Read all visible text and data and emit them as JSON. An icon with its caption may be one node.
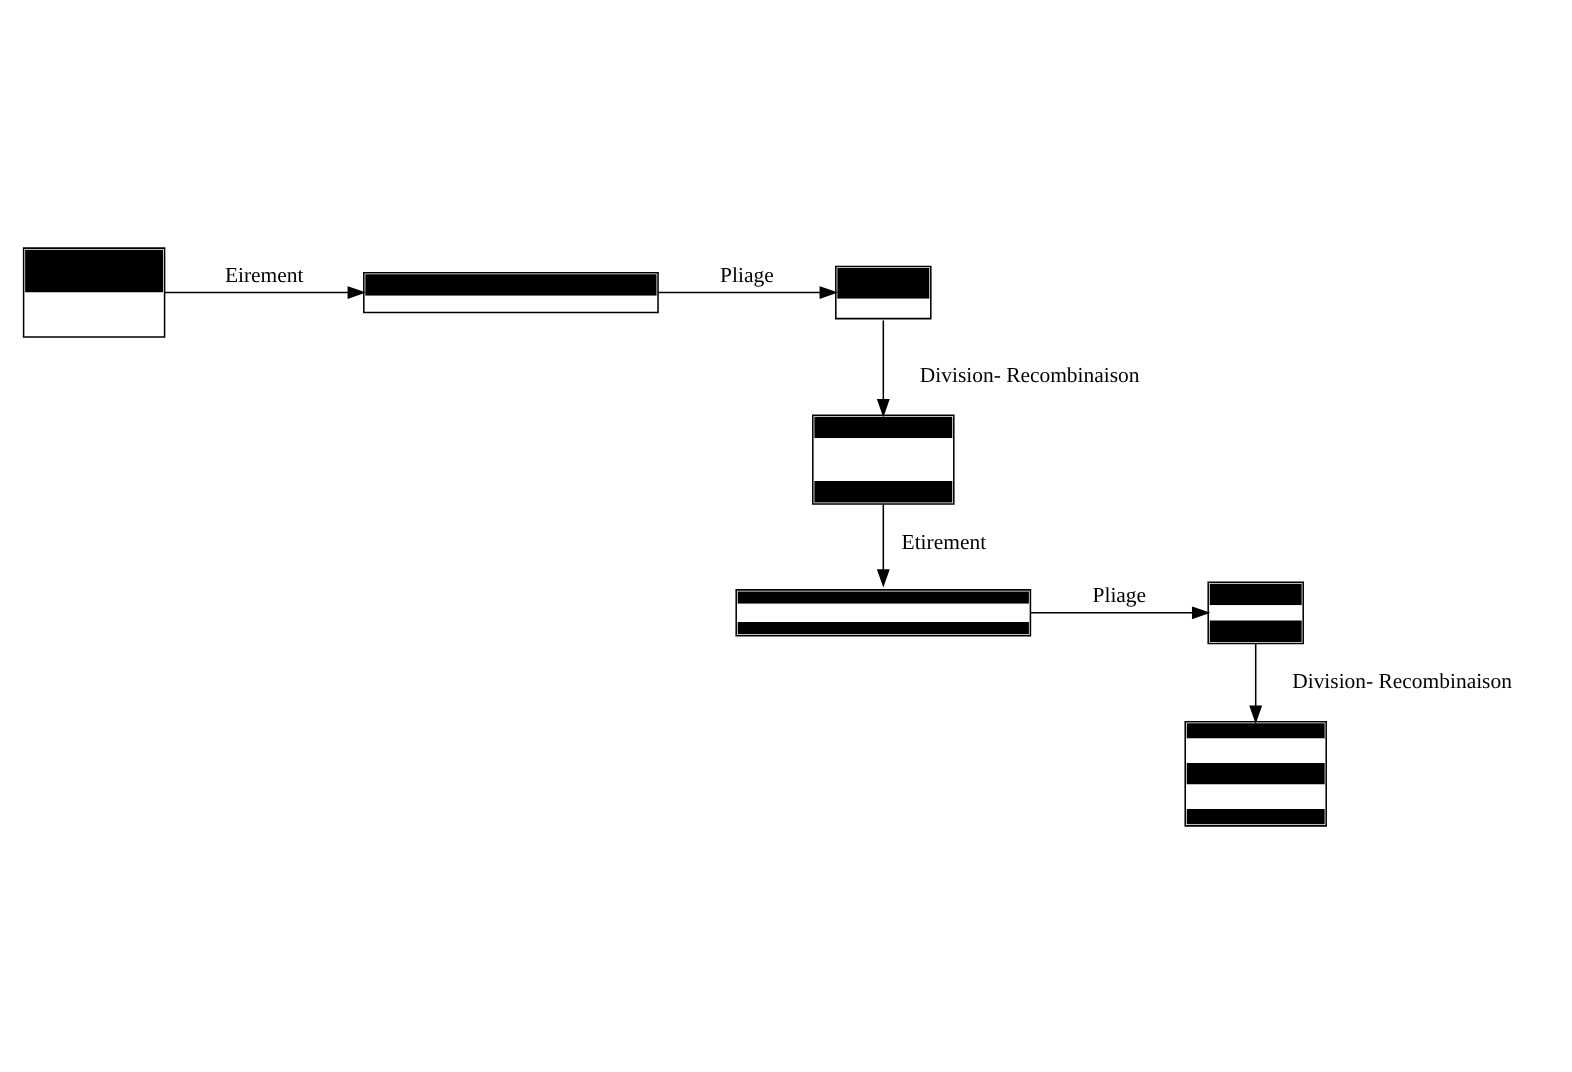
{
  "diagram": {
    "nodes": [
      {
        "text": [],
        "shape": "bar"
      },
      {
        "text": [],
        "shape": "bar"
      },
      {
        "text": [],
        "shape": "bar"
      },
      {
        "text": [],
        "shape": "bar"
      },
      {
        "text": [],
        "shape": "bar"
      },
      {
        "text": [],
        "shape": "bar"
      },
      {
        "text": [],
        "shape": "bar"
      }
    ],
    "edges": [
      {
        "from": 0,
        "to": 1,
        "arrow": "to",
        "label": "Eirement"
      },
      {
        "from": 1,
        "to": 2,
        "arrow": "to",
        "label": "Pliage"
      },
      {
        "from": 2,
        "to": 3,
        "arrow": "to",
        "label": "Division- Recombinaison"
      },
      {
        "from": 3,
        "to": 4,
        "arrow": "to",
        "label": "Etirement"
      },
      {
        "from": 4,
        "to": 5,
        "arrow": "to",
        "label": "Pliage"
      },
      {
        "from": 5,
        "to": 6,
        "arrow": "to",
        "label": "Division- Recombinaison"
      }
    ]
  }
}
